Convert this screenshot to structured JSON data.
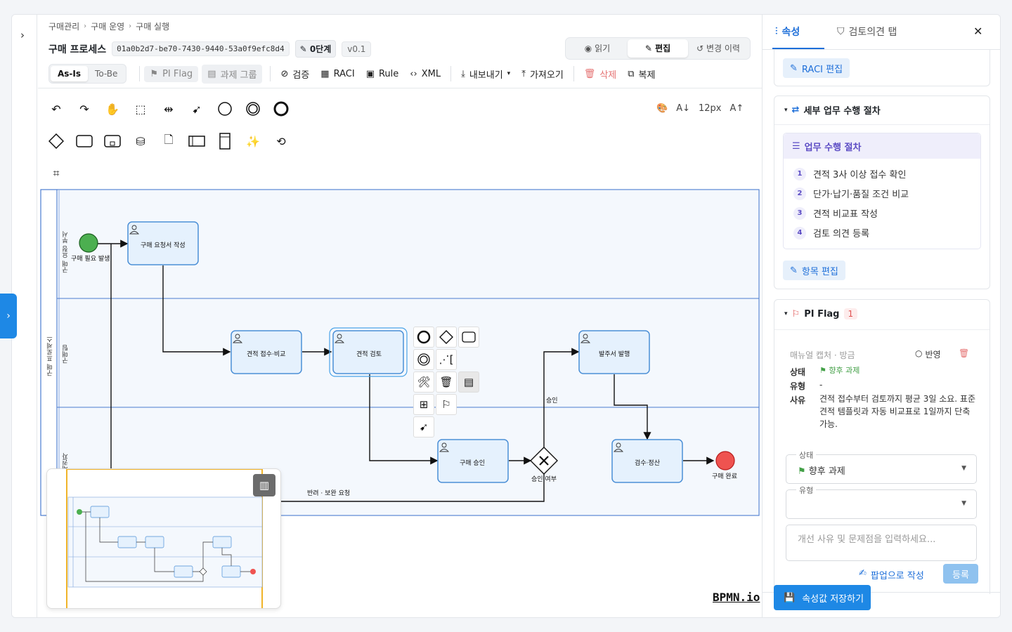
{
  "breadcrumb": [
    "구매관리",
    "구매 운영",
    "구매 실행"
  ],
  "process": {
    "title": "구매 프로세스",
    "id": "01a0b2d7-be70-7430-9440-53a0f9efc8d4",
    "stage": "0단계",
    "version": "v0.1"
  },
  "modes": [
    {
      "label": "읽기",
      "icon": "eye-icon"
    },
    {
      "label": "편집",
      "icon": "pencil-icon"
    },
    {
      "label": "변경 이력",
      "icon": "history-icon"
    }
  ],
  "toolbar": {
    "as_is": "As-Is",
    "to_be": "To-Be",
    "pi_flag": "PI Flag",
    "task_group": "과제 그룹",
    "validate": "검증",
    "raci": "RACI",
    "rule": "Rule",
    "xml": "XML",
    "export": "내보내기",
    "import": "가져오기",
    "delete": "삭제",
    "copy": "복제"
  },
  "font_size": "12px",
  "diagram": {
    "lanes": [
      "구매 요청 부서",
      "구매팀",
      "결재권자"
    ],
    "pool": "구매 프로세스",
    "start_event": "구매 필요 발생",
    "end_event": "구매 완료",
    "tasks": [
      "구매 요청서 작성",
      "견적 접수·비교",
      "견적 검토",
      "구매 승인",
      "발주서 발행",
      "검수·정산"
    ],
    "gateway": "승인 여부",
    "flow_approve": "승인",
    "flow_reject": "반려 · 보완 요청"
  },
  "watermark": "BPMN.io",
  "panel": {
    "tab_properties": "속성",
    "tab_review": "검토의견 탭",
    "raci_edit": "RACI 편집",
    "detail_section": "세부 업무 수행 절차",
    "procedure_title": "업무 수행 절차",
    "steps": [
      "견적 3사 이상 접수 확인",
      "단가·납기·품질 조건 비교",
      "견적 비교표 작성",
      "검토 의견 등록"
    ],
    "edit_items": "항목 편집",
    "pi_flag_title": "PI Flag",
    "pi_flag_count": "1",
    "flag_source": "매뉴얼 캡처 · 방금",
    "flag_reflect": "반영",
    "label_status": "상태",
    "label_type": "유형",
    "label_reason": "사유",
    "status_value": "향후 과제",
    "type_value": "-",
    "reason_value": "견적 접수부터 검토까지 평균 3일 소요. 표준 견적 템플릿과 자동 비교표로 1일까지 단축 가능.",
    "status_select_label": "상태",
    "status_select_value": "향후 과제",
    "type_select_label": "유형",
    "type_select_value": "",
    "textarea_placeholder": "개선 사유 및 문제점을 입력하세요...",
    "popup_write": "팝업으로 작성",
    "register": "등록",
    "save_button": "속성값 저장하기"
  }
}
